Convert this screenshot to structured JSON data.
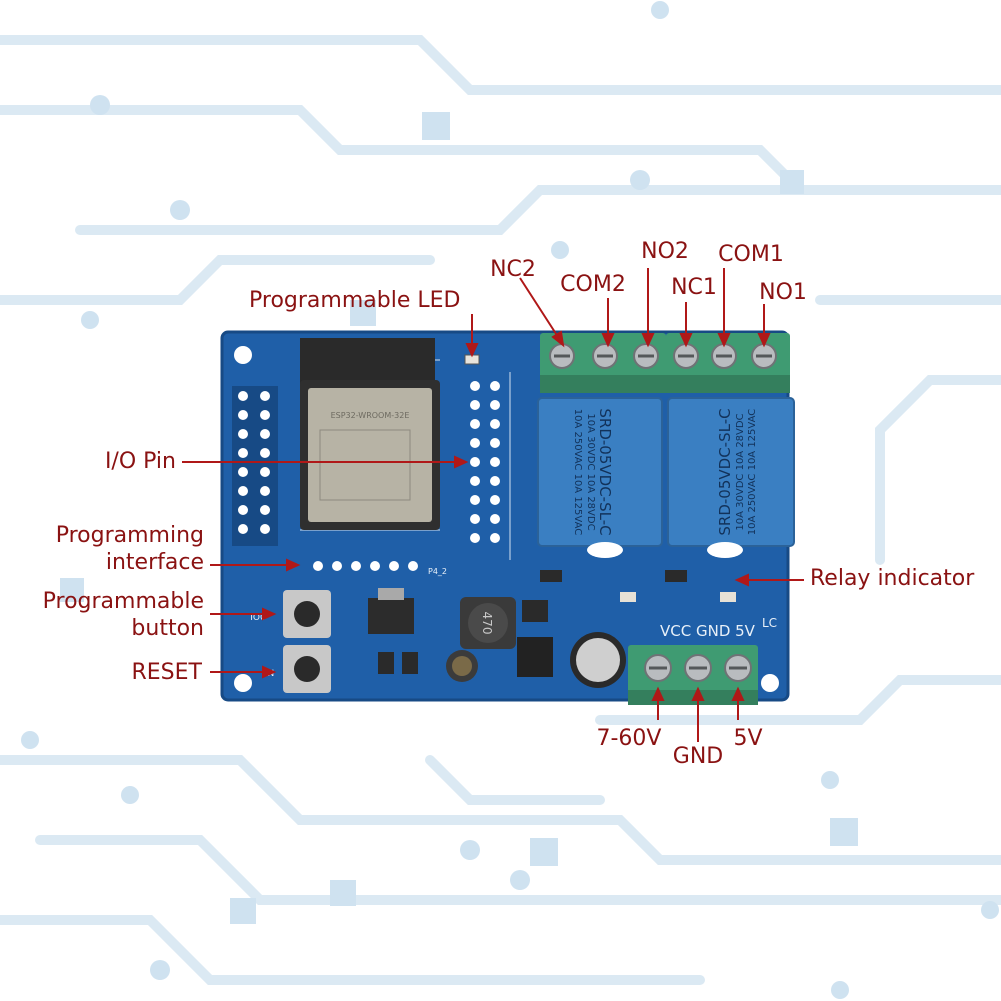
{
  "colors": {
    "background": "#ffffff",
    "trace": "#dbe9f3",
    "board": "#1f5fa8",
    "relay": "#3a7fc2",
    "terminal": "#3f9b72",
    "label": "#8a1212",
    "arrow": "#b01818"
  },
  "relay_terminal_labels": {
    "nc2": "NC2",
    "com2": "COM2",
    "no2": "NO2",
    "nc1": "NC1",
    "com1": "COM1",
    "no1": "NO1"
  },
  "left_labels": {
    "programmable_led": "Programmable LED",
    "io_pin": "I/O Pin",
    "programming_interface_line1": "Programming",
    "programming_interface_line2": "interface",
    "programmable_button_line1": "Programmable",
    "programmable_button_line2": "button",
    "reset": "RESET"
  },
  "right_labels": {
    "relay_indicator": "Relay indicator"
  },
  "power_labels": {
    "vcc": "7-60V",
    "gnd": "GND",
    "five_v": "5V"
  },
  "board_silkscreen": {
    "power_header": "VCC GND 5V",
    "corner_mark": "LC",
    "inductor": "470",
    "module_name": "ESP32-WROOM-32E",
    "relay_model": "SRD-05VDC-SL-C",
    "relay_rating_1": "10A 250VAC 10A 125VAC",
    "relay_rating_2": "10A 30VDC 10A 28VDC",
    "button_io0": "IO0",
    "button_en": "EN",
    "connector_p4": "P4_2"
  }
}
